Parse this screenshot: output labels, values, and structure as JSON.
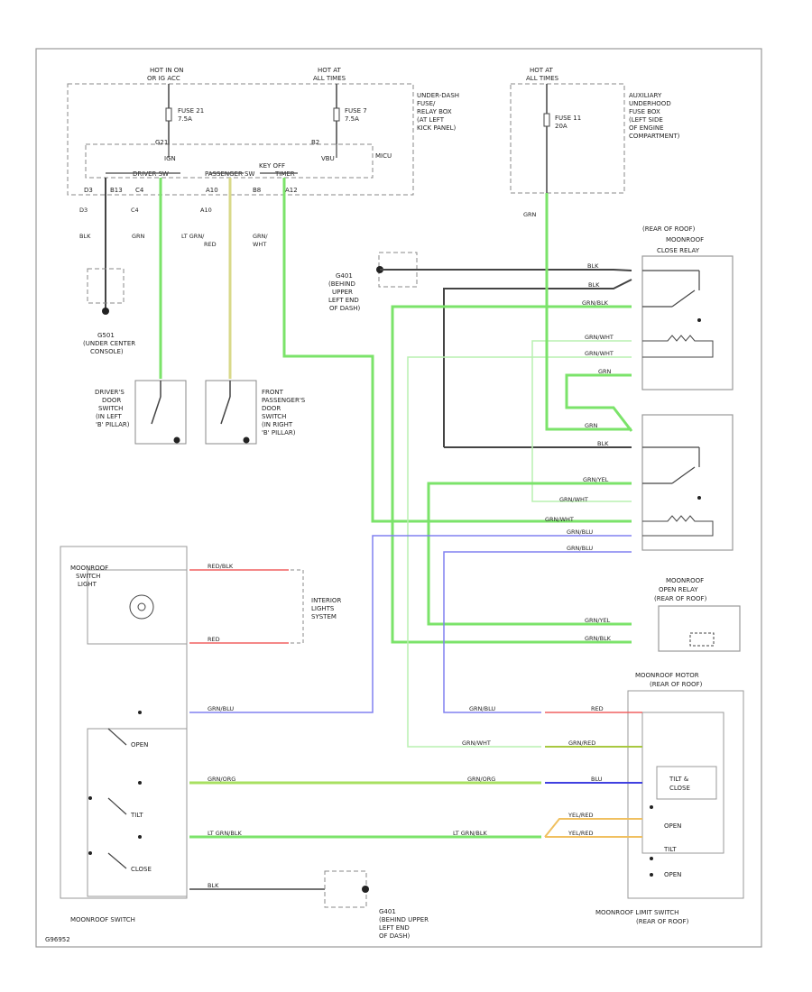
{
  "labels": {
    "hot_left": [
      "HOT IN ON",
      "OR IG ACC"
    ],
    "hot_mid": [
      "HOT AT",
      "ALL TIMES"
    ],
    "hot_right": [
      "HOT AT",
      "ALL TIMES"
    ],
    "fuse21": [
      "FUSE 21",
      "7.5A"
    ],
    "fuse7": [
      "FUSE 7",
      "7.5A"
    ],
    "fuse11": [
      "FUSE 11",
      "20A"
    ],
    "underdash_box": [
      "UNDER-DASH",
      "FUSE/",
      "RELAY BOX",
      "(AT LEFT",
      "KICK PANEL)"
    ],
    "aux_box": [
      "AUXILIARY",
      "UNDERHOOD",
      "FUSE BOX",
      "(LEFT SIDE",
      "OF ENGINE",
      "COMPARTMENT)"
    ],
    "micu": "MICU",
    "pin_g21": "G21",
    "pin_b2": "B2",
    "pin_d3": "D3",
    "pin_c4": "C4",
    "pin_b8": "B8",
    "pin_a10": "A10",
    "pin_a12": "A12",
    "pin_b13": "B13",
    "micu_top": [
      "IGN",
      "DRIVER SW",
      "PASSENGER SW",
      "KEY OFF",
      "TIMER",
      "VBU"
    ],
    "g501": [
      "G501",
      "(UNDER CENTER",
      "CONSOLE)"
    ],
    "g401_top": [
      "G401",
      "(BEHIND",
      "UPPER",
      "LEFT END",
      "OF DASH)"
    ],
    "g401_bottom": [
      "G401",
      "(BEHIND UPPER",
      "LEFT END",
      "OF DASH)"
    ],
    "driver_sw": [
      "DRIVER'S",
      "DOOR",
      "SWITCH",
      "(IN LEFT",
      "'B' PILLAR)"
    ],
    "pass_sw": [
      "FRONT",
      "PASSENGER'S",
      "DOOR",
      "SWITCH",
      "(IN RIGHT",
      "'B' PILLAR)"
    ],
    "rear_of_roof_top": [
      "(REAR OF ROOF)",
      "MOONROOF",
      "CLOSE RELAY"
    ],
    "open_relay": [
      "MOONROOF",
      "OPEN RELAY",
      "(REAR OF ROOF)"
    ],
    "motor": [
      "MOONROOF MOTOR",
      "(REAR OF ROOF)"
    ],
    "limit_sw": [
      "MOONROOF LIMIT SWITCH",
      "(REAR OF ROOF)"
    ],
    "tilt_box": [
      "TILT &",
      "CLOSE"
    ],
    "limit_contacts": [
      "OPEN",
      "TILT",
      "OPEN"
    ],
    "moonroof_switch_light": [
      "MOONROOF",
      "SWITCH",
      "LIGHT"
    ],
    "interior_lights": [
      "INTERIOR",
      "LIGHTS",
      "SYSTEM"
    ],
    "switch_contacts": [
      "OPEN",
      "TILT",
      "CLOSE"
    ],
    "moonroof_switch": "MOONROOF SWITCH",
    "figure_id": "G96952",
    "w_blk": "BLK",
    "w_grn": "GRN",
    "w_ltgrnred": [
      "LT GRN/",
      "RED"
    ],
    "w_grnwht": [
      "GRN/",
      "WHT"
    ],
    "w_blk_top": "BLK",
    "w_blk2": "BLK",
    "w_grnblk": "GRN/BLK",
    "w_grnwht2": "GRN/WHT",
    "w_grnwht3": "GRN/WHT",
    "w_grn2": "GRN",
    "w_grn3": "GRN",
    "w_blk3": "BLK",
    "w_grnyel": "GRN/YEL",
    "w_grnwht4": "GRN/WHT",
    "w_grnwht5": "GRN/WHT",
    "w_grnblu": "GRN/BLU",
    "w_grnblu2": "GRN/BLU",
    "w_grnyel2": "GRN/YEL",
    "w_grnblk2": "GRN/BLK",
    "w_redblk": "RED/BLK",
    "w_red": "RED",
    "w_grnblu3": "GRN/BLU",
    "w_grnorg": "GRN/ORG",
    "w_ltgrnblk": "LT GRN/BLK",
    "w_blk4": "BLK",
    "w_grnblu_r": "GRN/BLU",
    "w_grnwht_r": "GRN/WHT",
    "w_grnorg_r": "GRN/ORG",
    "w_ltgrnblk_r": "LT GRN/BLK",
    "w_red_m": "RED",
    "w_grnred_m": "GRN/RED",
    "w_blu_m": "BLU",
    "w_yelred_1": "YEL/RED",
    "w_yelred_2": "YEL/RED"
  },
  "colors": {
    "green": "#7be36a",
    "black": "#444444",
    "ltgrnred": "#d9d98a",
    "red": "#f06060",
    "blue": "#8080f0",
    "yellow": "#f0c060",
    "gray": "#aaaaaa"
  }
}
